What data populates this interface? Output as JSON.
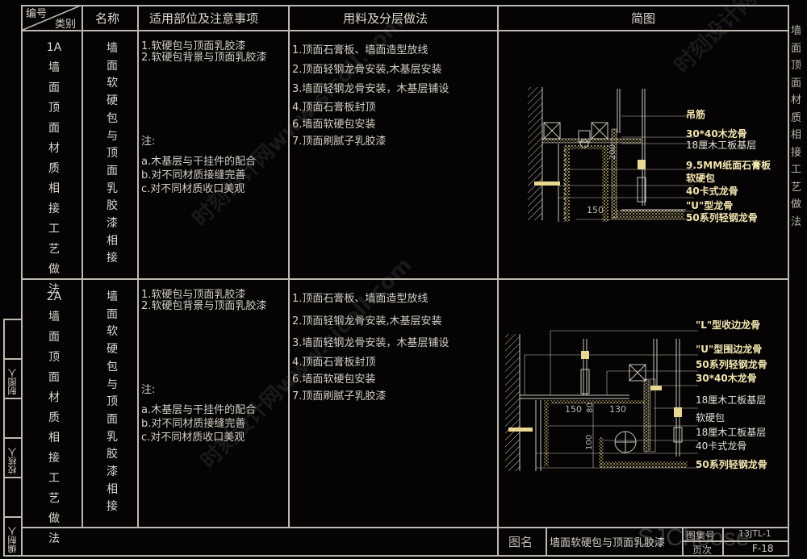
{
  "header": {
    "corner_top": "编号",
    "corner_bottom": "类别",
    "col_name": "名称",
    "col_scope": "适用部位及注意事项",
    "col_method": "用料及分层做法",
    "col_diagram": "简图"
  },
  "right_margin_title": [
    "墙",
    "面",
    "顶",
    "面",
    "材",
    "质",
    "相",
    "接",
    "工",
    "艺",
    "做",
    "法"
  ],
  "rows": [
    {
      "code": "1A",
      "category_chars": [
        "墙",
        "面",
        "顶",
        "面",
        "材",
        "质",
        "相",
        "接",
        "工",
        "艺",
        "做",
        "法"
      ],
      "name_chars": [
        "墙",
        "面",
        "软",
        "硬",
        "包",
        "与",
        "顶",
        "面",
        "乳",
        "胶",
        "漆",
        "相",
        "接"
      ],
      "scope": [
        "1.软硬包与顶面乳胶漆",
        "2.软硬包背景与顶面乳胶漆"
      ],
      "note_label": "注:",
      "notes": [
        "a.木基层与干挂件的配合",
        "b.对不同材质接缝完善",
        "c.对不同材质收口美观"
      ],
      "method": [
        "1.顶面石膏板、墙面造型放线",
        "2.顶面轻钢龙骨安装,木基层安装",
        "3.墙面轻钢龙骨安装，木基层铺设",
        "4.顶面石膏板封顶",
        "6.墙面软硬包安装",
        "7.顶面刷腻子乳胶漆"
      ],
      "diagram": {
        "labels": [
          "吊筋",
          "30*40木龙骨",
          "18厘木工板基层",
          "9.5MM纸面石膏板",
          "软硬包",
          "40卡式龙骨",
          "\"U\"型龙骨",
          "50系列轻钢龙骨"
        ],
        "dim_vertical": "200",
        "dim_horizontal": "150"
      }
    },
    {
      "code": "2A",
      "category_chars": [
        "墙",
        "面",
        "顶",
        "面",
        "材",
        "质",
        "相",
        "接",
        "工",
        "艺",
        "做",
        "法"
      ],
      "name_chars": [
        "墙",
        "面",
        "软",
        "硬",
        "包",
        "与",
        "顶",
        "面",
        "乳",
        "胶",
        "漆",
        "相",
        "接"
      ],
      "scope": [
        "1.软硬包与顶面乳胶漆",
        "2.软硬包背景与顶面乳胶漆"
      ],
      "note_label": "注:",
      "notes": [
        "a.木基层与干挂件的配合",
        "b.对不同材质接缝完善",
        "c.对不同材质收口美观"
      ],
      "method": [
        "1.顶面石膏板、墙面造型放线",
        "2.顶面轻钢龙骨安装,木基层安装",
        "3.墙面轻钢龙骨安装，木基层铺设",
        "4.顶面石膏板封顶",
        "6.墙面软硬包安装",
        "7.顶面刷腻子乳胶漆"
      ],
      "diagram": {
        "labels": [
          "\"L\"型收边龙骨",
          "\"U\"型围边龙骨",
          "50系列轻钢龙骨",
          "30*40木龙骨",
          "18厘木工板基层",
          "软硬包",
          "18厘木工板基层",
          "40卡式龙骨",
          "50系列轻钢龙骨"
        ],
        "dim_a": "150",
        "dim_b": "80",
        "dim_c": "130",
        "dim_d": "100"
      }
    }
  ],
  "sign_strip": {
    "drawn_by": "制图人",
    "checked_by": "校核人",
    "compiled_by": "编制人"
  },
  "title_block": {
    "drawing_name_label": "图名",
    "drawing_name": "墙面软硬包与顶面乳胶漆",
    "atlas_label": "图集号",
    "atlas_value": "13JTL-1",
    "page_label": "页次",
    "page_value": "F-18"
  },
  "watermarks": [
    "时刻设计网www.sicoll.com",
    "时刻设计网www.sicoll.com",
    "时刻设计网",
    "SJChoose"
  ],
  "colors": {
    "background": "#050304",
    "grid_line": "#bdb8b0",
    "text": "#d6d2c8",
    "cad_yellow": "#f2e6b0",
    "cad_line": "#c8c4b8"
  }
}
